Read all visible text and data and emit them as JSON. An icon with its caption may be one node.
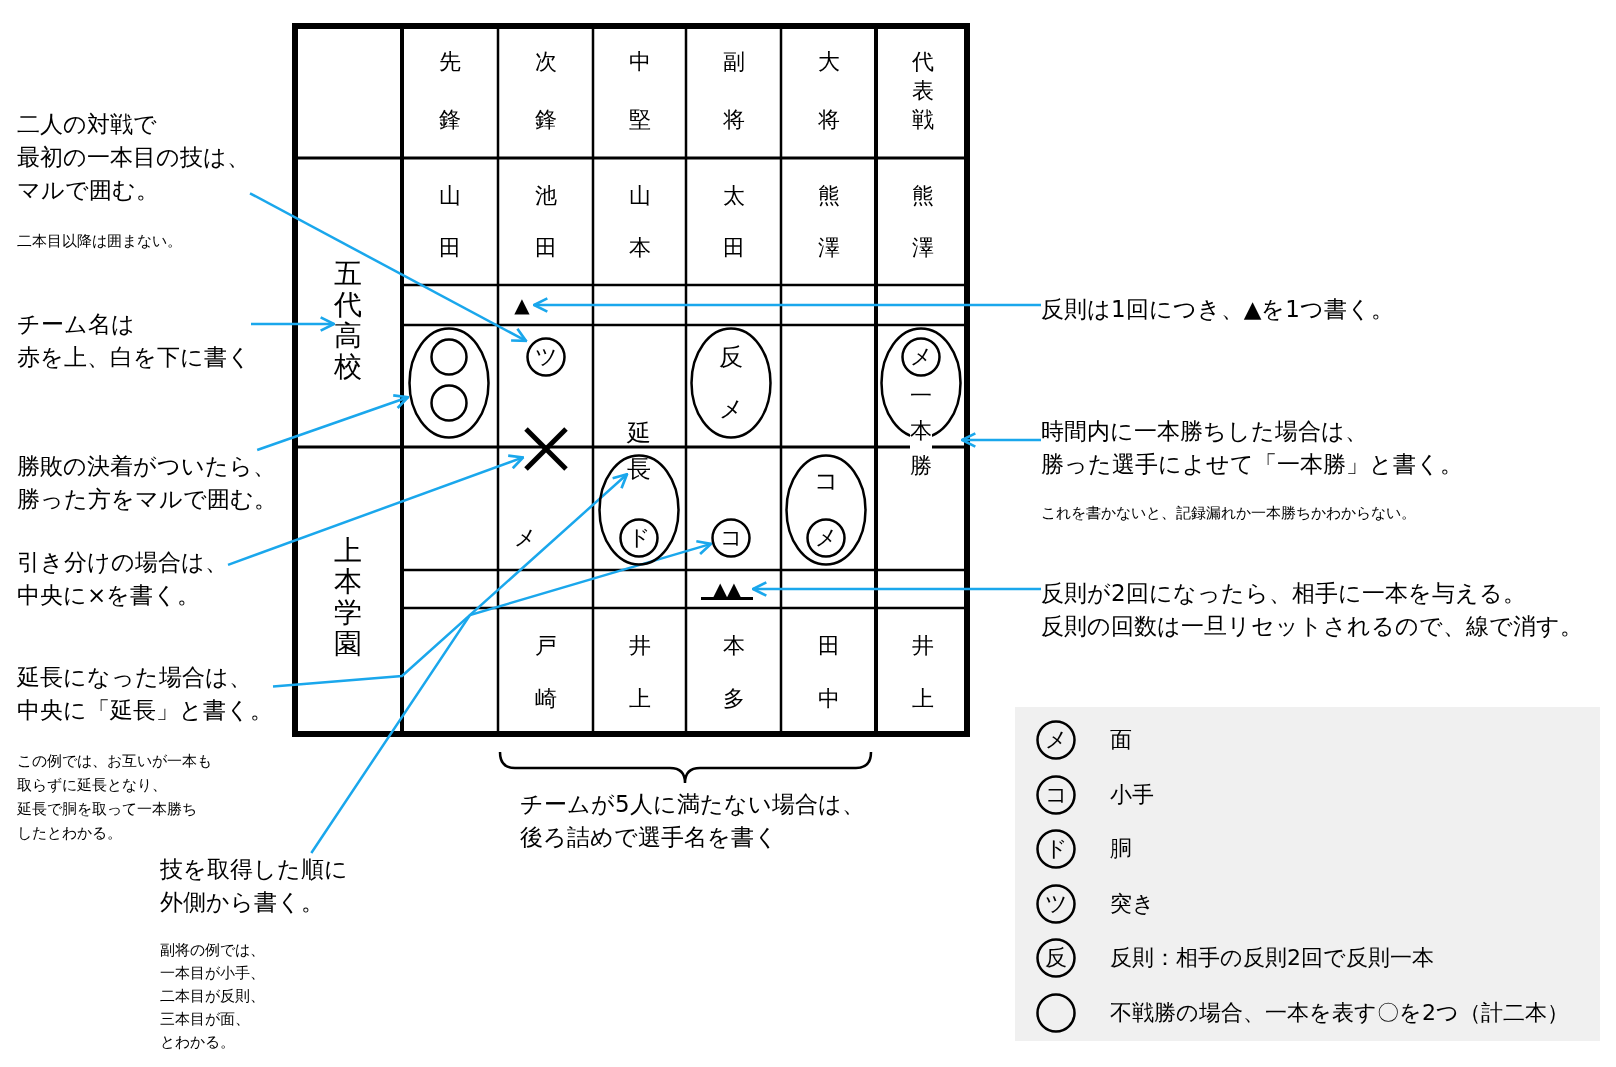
{
  "diagram": {
    "nodes": [
      {
        "text": [
          "二人の対戦で最初の一本目の技は、マルで囲む。",
          "二本目以降は囲まない。"
        ]
      },
      {
        "text": [
          "チーム名は赤を上、白を下に書く"
        ]
      },
      {
        "text": [
          "勝敗の決着がついたら、勝った方をマルで囲む。"
        ]
      },
      {
        "text": [
          "引き分けの場合は、中央に×を書く。"
        ]
      },
      {
        "text": [
          "延長になった場合は、中央に「延長」と書く。",
          "この例では、お互いが一本も取らずに延長となり、延長で胴を取って一本勝ちしたとわかる。"
        ]
      },
      {
        "text": [
          "技を取得した順に外側から書く。",
          "副将の例では、一本目が小手、二本目が反則、三本目が面、とわかる。"
        ]
      },
      {
        "text": [
          "五代高校"
        ]
      },
      {
        "text": [
          "▲"
        ]
      },
      {
        "text": [],
        "shape": "ellipse"
      },
      {
        "text": [],
        "shape": "circle",
        "in": 8
      },
      {
        "text": [],
        "shape": "circle",
        "in": 8
      },
      {
        "text": [
          "ツ"
        ]
      },
      {
        "text": [
          "反",
          "メ"
        ]
      },
      {
        "text": [
          "一本勝"
        ]
      },
      {
        "text": [
          "メ"
        ],
        "in": 13
      },
      {
        "text": [],
        "shape": "cross"
      },
      {
        "text": [
          "延長"
        ]
      },
      {
        "text": [],
        "shape": "ellipse"
      },
      {
        "text": [
          "ド"
        ],
        "in": 17
      },
      {
        "text": [
          "コ"
        ]
      },
      {
        "text": [
          "コ"
        ]
      },
      {
        "text": [
          "メ"
        ],
        "in": 20
      },
      {
        "text": [
          "▲▲"
        ]
      },
      {
        "text": [
          "反則は1回につき、▲を1つ書く。"
        ]
      },
      {
        "text": [
          "時間内に一本勝ちした場合は、勝った選手によせて「一本勝」と書く。",
          "これを書かないと、記録漏れか一本勝ちかわからない。"
        ]
      },
      {
        "text": [
          "反則が2回になったら、相手に一本を与える。反則の回数は一旦リセットされるので、線で消す。"
        ]
      },
      {
        "text": [
          "メ"
        ]
      },
      {
        "text": [
          "コ"
        ]
      },
      {
        "text": [
          "ド"
        ]
      },
      {
        "text": [
          "ツ"
        ]
      },
      {
        "text": [
          "反"
        ]
      },
      {
        "text": [],
        "shape": "circle"
      }
    ],
    "edges": [
      {
        "from": 0,
        "to": 11,
        "arrow": "to"
      },
      {
        "from": 1,
        "to": 6,
        "arrow": "to"
      },
      {
        "from": 2,
        "to": 8,
        "arrow": "to"
      },
      {
        "from": 3,
        "to": 15,
        "arrow": "to"
      },
      {
        "from": 4,
        "to": 16,
        "arrow": "to"
      },
      {
        "from": 5,
        "to": 19,
        "arrow": "to"
      },
      {
        "from": 23,
        "to": 7,
        "arrow": "to"
      },
      {
        "from": 24,
        "to": 13,
        "arrow": "to"
      },
      {
        "from": 25,
        "to": 22,
        "arrow": "to"
      }
    ],
    "labels": [
      "先鋒",
      "次鋒",
      "中堅",
      "副将",
      "大将",
      "代表戦",
      "山田",
      "池田",
      "山本",
      "太田",
      "熊澤",
      "熊澤",
      "メ",
      "上本学園",
      "戸崎",
      "井上",
      "本多",
      "田中",
      "井上",
      "チームが5人に満たない場合は、後ろ詰めで選手名を書く"
    ],
    "legend": [
      {
        "text": "面"
      },
      {
        "text": "小手"
      },
      {
        "text": "胴"
      },
      {
        "text": "突き"
      },
      {
        "text": "反則：相手の反則2回で反則一本"
      },
      {
        "text": "不戦勝の場合、一本を表す〇を2つ（計二本）"
      }
    ]
  }
}
